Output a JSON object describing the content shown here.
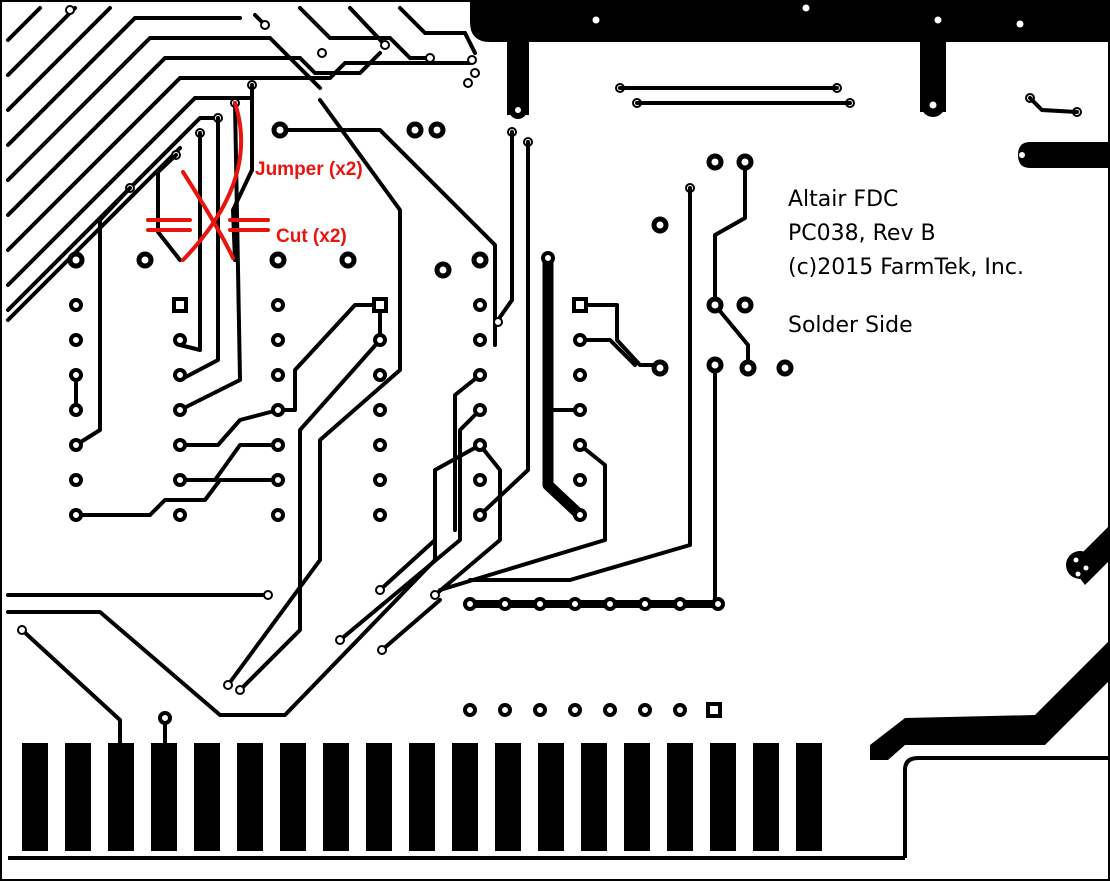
{
  "board": {
    "title_lines": [
      "Altair FDC",
      "PC038, Rev B",
      "(c)2015 FarmTek, Inc."
    ],
    "side": "Solder Side"
  },
  "annotations": {
    "jumper": "Jumper (x2)",
    "cut": "Cut (x2)"
  },
  "colors": {
    "copper": "#000000",
    "background": "#ffffff",
    "annotation": "#e8150f"
  }
}
